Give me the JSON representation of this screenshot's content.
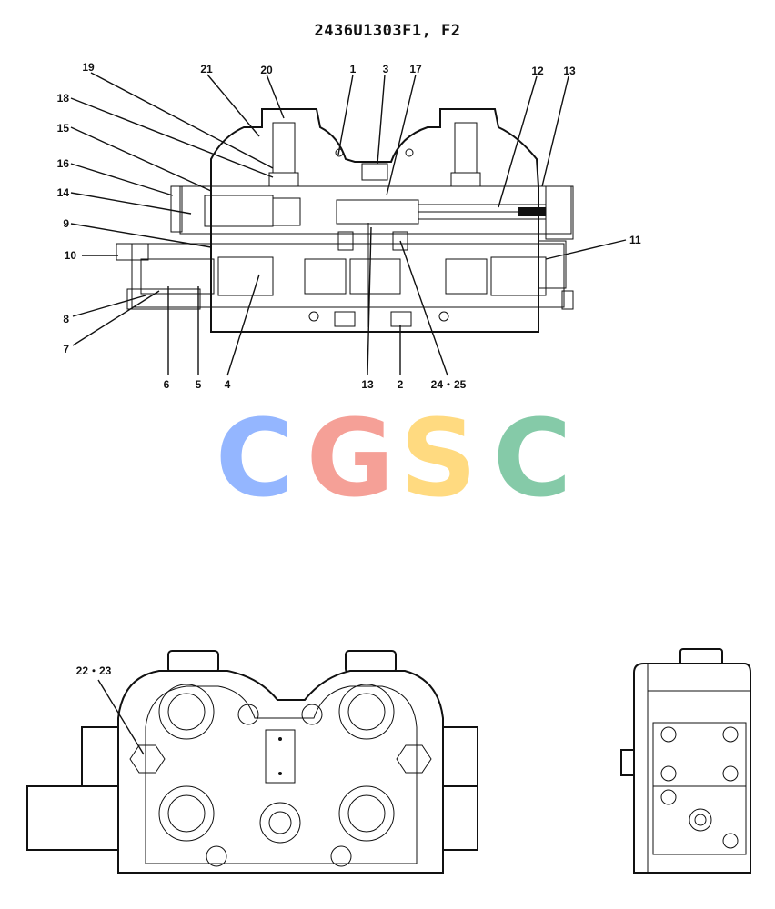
{
  "drawing": {
    "title": "2436U1303F1, F2"
  },
  "callouts": {
    "top": [
      "19",
      "21",
      "20",
      "1",
      "3",
      "17",
      "12",
      "13"
    ],
    "left": [
      "18",
      "15",
      "16",
      "14",
      "9",
      "10",
      "8",
      "7"
    ],
    "right": [
      "11"
    ],
    "bottom": [
      "6",
      "5",
      "4",
      "13",
      "2",
      "24・25"
    ],
    "front_view": [
      "22・23"
    ]
  },
  "watermark": {
    "letters": [
      "C",
      "G",
      "S",
      "C"
    ],
    "colors": [
      "#8fb3ff",
      "#f59b92",
      "#ffd97a",
      "#7fc8a4"
    ]
  }
}
